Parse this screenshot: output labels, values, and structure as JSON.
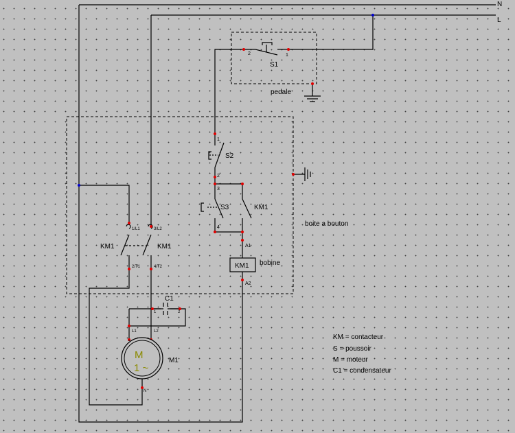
{
  "lines": {
    "neutral": "N",
    "live": "L"
  },
  "components": {
    "pedal_switch": {
      "label": "S1",
      "pin_left": "2",
      "pin_right": "1",
      "caption": "pedale"
    },
    "stop_button": {
      "label": "S2",
      "pin_top": "1",
      "pin_bottom": "2"
    },
    "start_button": {
      "label": "S3",
      "pin_top": "3",
      "pin_bottom": "4"
    },
    "holding_contact": {
      "label": "KM1"
    },
    "coil": {
      "label": "KM1",
      "pin_top": "A1",
      "pin_bottom": "A2",
      "caption": "bobine"
    },
    "power_contacts": {
      "label_left": "KM1",
      "label_right": "KM1",
      "pin_1": "1/L1",
      "pin_2": "2/T1",
      "pin_3": "3/L2",
      "pin_4": "4/T2"
    },
    "capacitor": {
      "label": "C1",
      "pin_left": "1",
      "pin_right": "2"
    },
    "motor": {
      "label": "M1",
      "symbol_line1": "M",
      "symbol_line2": "1 ~",
      "pin_l1": "L1",
      "pin_l2": "L2",
      "pin_n": "N"
    },
    "box_label": "boite a bouton"
  },
  "legend": [
    "KM = contacteur",
    "S = poussoir",
    "M = moteur",
    "C1 = condensateur"
  ],
  "colors": {
    "wire": "#000000",
    "pin": "#e00000",
    "node": "#0000cc",
    "motor_text": "#8a8a00",
    "background": "#c0c0c0"
  }
}
